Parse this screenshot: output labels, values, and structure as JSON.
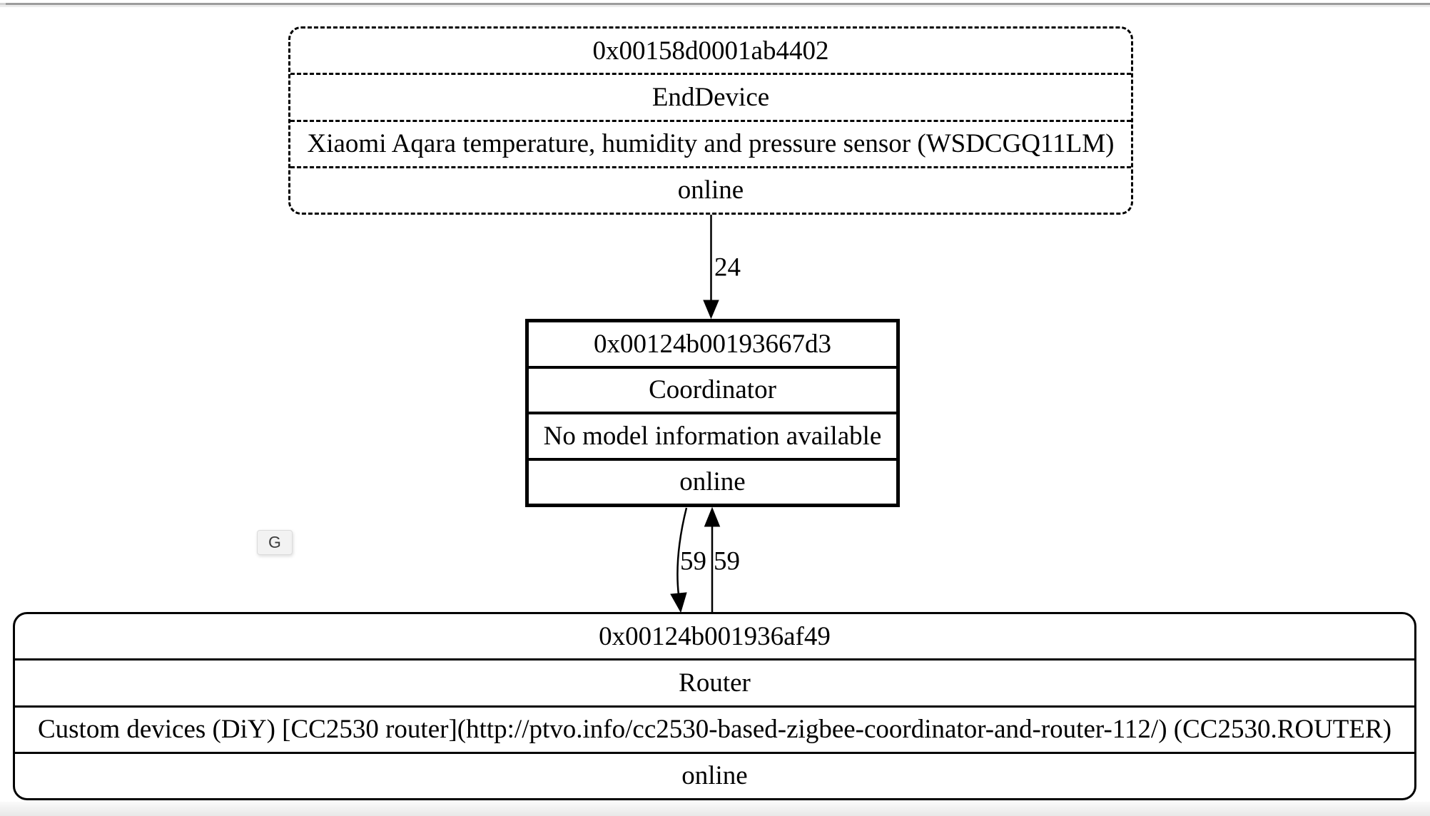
{
  "controls": {
    "g_button_label": "G"
  },
  "nodes": [
    {
      "id": "end-device",
      "address": "0x00158d0001ab4402",
      "type": "EndDevice",
      "model": "Xiaomi Aqara temperature, humidity and pressure sensor (WSDCGQ11LM)",
      "status": "online"
    },
    {
      "id": "coordinator",
      "address": "0x00124b00193667d3",
      "type": "Coordinator",
      "model": "No model information available",
      "status": "online"
    },
    {
      "id": "router",
      "address": "0x00124b001936af49",
      "type": "Router",
      "model": "Custom devices (DiY) [CC2530 router](http://ptvo.info/cc2530-based-zigbee-coordinator-and-router-112/) (CC2530.ROUTER)",
      "status": "online"
    }
  ],
  "edges": [
    {
      "from": "end-device",
      "to": "coordinator",
      "label": "24"
    },
    {
      "from": "coordinator",
      "to": "router",
      "label": "59"
    },
    {
      "from": "router",
      "to": "coordinator",
      "label": "59"
    }
  ]
}
